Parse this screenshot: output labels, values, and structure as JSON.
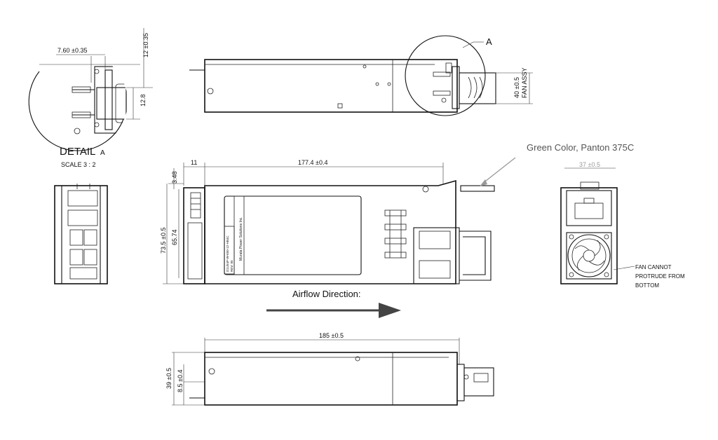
{
  "detail": {
    "callout": "A",
    "title": "DETAIL",
    "title_suffix": "A",
    "scale": "SCALE 3 : 2",
    "dim_width": "7.60 ±0.35",
    "dim_top": "12 ±0.35",
    "dim_height": "12.8"
  },
  "top_view": {
    "dim_fan": "40 ±0.5",
    "dim_fan_label": "FAN ASSY"
  },
  "side_view": {
    "dim_offset": "11",
    "dim_length": "177.4 ±0.4",
    "dim_top": "3.48",
    "dim_height": "73.5 ±0.5",
    "dim_inner": "65.74",
    "label_line1": "Murata Power Solutions Inc.",
    "label_line2": "D1U54P-W-650-12-HB4C",
    "label_line3": "REV: 05"
  },
  "color_note": "Green Color, Panton 375C",
  "airflow": "Airflow Direction:",
  "front_view": {
    "dim_top": "37 ±0.5",
    "note_line1": "FAN CANNOT",
    "note_line2": "PROTRUDE FROM",
    "note_line3": "BOTTOM"
  },
  "bottom_view": {
    "dim_length": "185 ±0.5",
    "dim_height": "39 ±0.5",
    "dim_inner": "8.5 ±0.4"
  }
}
